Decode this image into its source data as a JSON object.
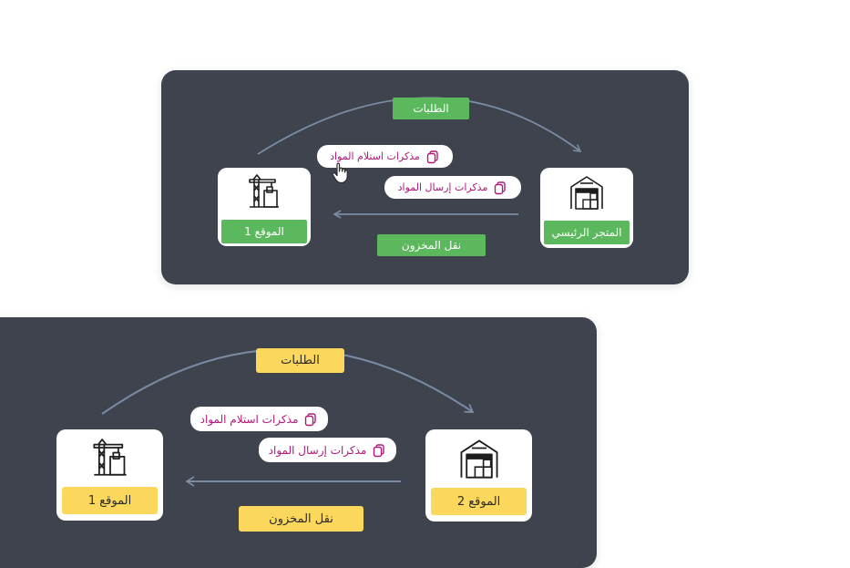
{
  "colors": {
    "panel": "#3e434d",
    "green": "#5cb85c",
    "yellow": "#fbd85c",
    "magenta": "#b0187a",
    "arrow": "#7a8ba3"
  },
  "diagram1": {
    "top_tag": "الطلبات",
    "bottom_tag": "نقل المخزون",
    "left_card": {
      "icon": "construction-site-icon",
      "label": "الموقع 1"
    },
    "right_card": {
      "icon": "warehouse-icon",
      "label": "المتجر الرئيسي"
    },
    "pill_receipt": {
      "icon": "documents-icon",
      "text": "مذكرات استلام المواد"
    },
    "pill_send": {
      "icon": "documents-icon",
      "text": "مذكرات إرسال المواد"
    },
    "cursor_icon": "hand-pointer-icon"
  },
  "diagram2": {
    "top_tag": "الطلبات",
    "bottom_tag": "نقل المخزون",
    "left_card": {
      "icon": "construction-site-icon",
      "label": "الموقع 1"
    },
    "right_card": {
      "icon": "warehouse-icon",
      "label": "الموقع 2"
    },
    "pill_receipt": {
      "icon": "documents-icon",
      "text": "مذكرات استلام المواد"
    },
    "pill_send": {
      "icon": "documents-icon",
      "text": "مذكرات إرسال المواد"
    }
  }
}
